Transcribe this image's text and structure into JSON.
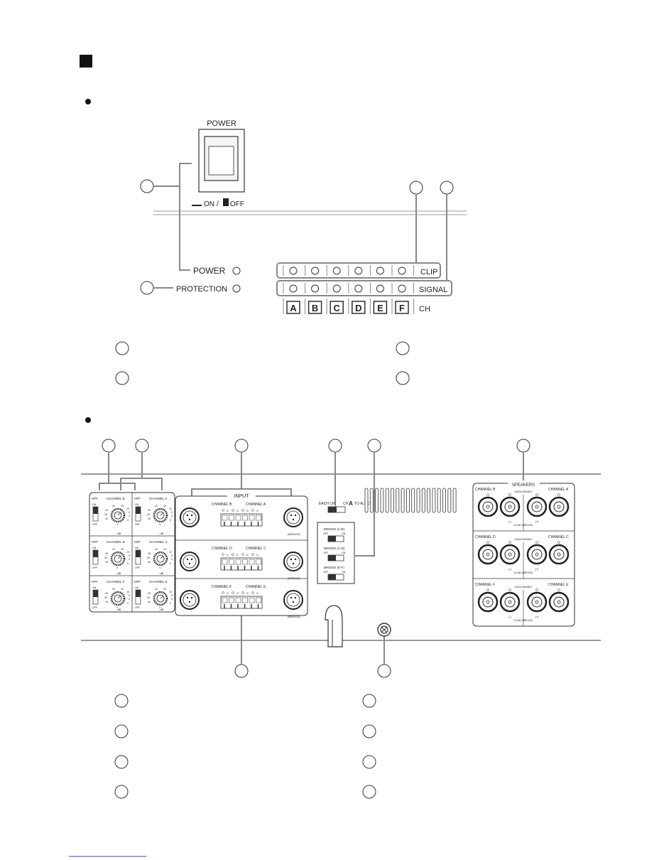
{
  "front": {
    "power_switch_title": "POWER",
    "power_switch_on": "ON",
    "power_switch_sep": "/",
    "power_switch_off": "OFF",
    "power_label": "POWER",
    "protection_label": "PROTECTION",
    "clip_label": "CLIP",
    "signal_label": "SIGNAL",
    "channels": [
      "A",
      "B",
      "C",
      "D",
      "E",
      "F"
    ],
    "ch_label": "CH"
  },
  "rear": {
    "input_label": "INPUT",
    "speakers_label": "SPEAKERS",
    "bridge_label": "(BRIDGE)",
    "hpf_label": "HPF",
    "db_label": "-dB",
    "on_label": "ON",
    "off_label": "OFF",
    "knob_scale": [
      "20",
      "15",
      "10",
      "6",
      "3",
      "0",
      "25",
      "30",
      "40",
      "∞"
    ],
    "terminal_labels": [
      "G",
      "G",
      "G",
      "G"
    ],
    "volume_rows": [
      {
        "left": "CHANNEL B",
        "right": "CHANNEL A"
      },
      {
        "left": "CHANNEL D",
        "right": "CHANNEL C"
      },
      {
        "left": "CHANNEL F",
        "right": "CHANNEL E"
      }
    ],
    "input_rows": [
      {
        "left": "CHANNEL B",
        "right": "CHANNEL A"
      },
      {
        "left": "CHANNEL D",
        "right": "CHANNEL C"
      },
      {
        "left": "CHANNEL F",
        "right": "CHANNEL E"
      }
    ],
    "mode_switch": {
      "left": "EACH CH",
      "right_prefix": "CH",
      "right_ch": "A",
      "right_suffix": "TO ALL CH"
    },
    "bridge_switches": [
      "BRIDGE (A-B)",
      "BRIDGE (C-D)",
      "BRIDGE (E-F)"
    ],
    "speaker_rows": [
      {
        "left": "CHANNEL B",
        "right": "CHANNEL A",
        "impedance": "4-8Ω/CHANNEL",
        "bridge_imp": "8-16Ω (BRIDGE)"
      },
      {
        "left": "CHANNEL D",
        "right": "CHANNEL C",
        "impedance": "4-8Ω/CHANNEL",
        "bridge_imp": "8-16Ω (BRIDGE)"
      },
      {
        "left": "CHANNEL F",
        "right": "CHANNEL E",
        "impedance": "4-8Ω/CHANNEL",
        "bridge_imp": "8-16Ω (BRIDGE)"
      }
    ],
    "polarity": [
      "(-)",
      "(+)"
    ]
  }
}
